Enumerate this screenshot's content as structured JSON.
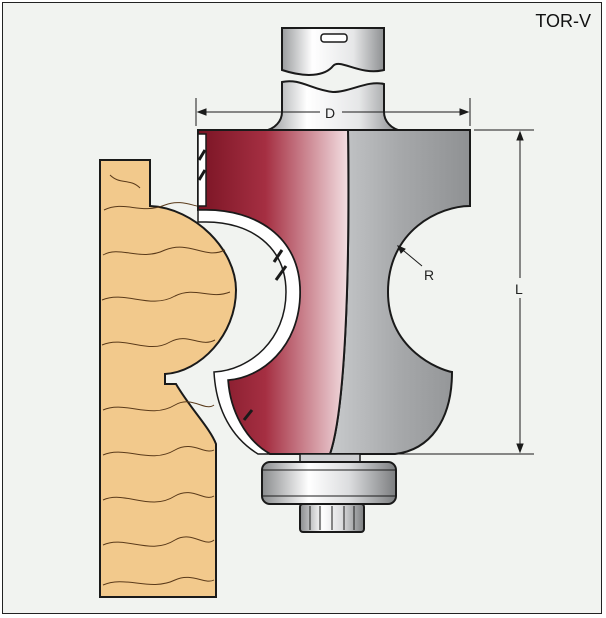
{
  "title": "TOR-V",
  "dimensions": {
    "diameter": "D",
    "radius": "R",
    "length": "L"
  },
  "colors": {
    "background": "#f1f3f0",
    "cutter_red": "#8b1a2b",
    "cutter_gray": "#a9abad",
    "wood": "#f2c98c",
    "outline": "#1a1a1a"
  }
}
